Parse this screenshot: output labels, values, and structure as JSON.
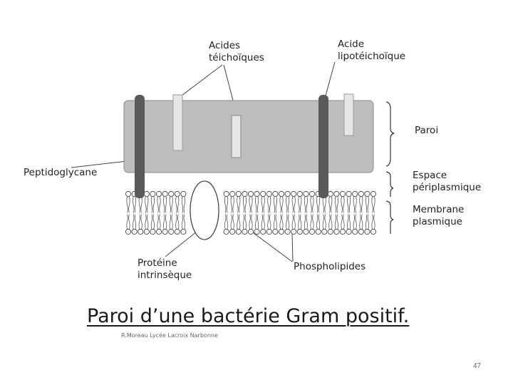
{
  "labels": {
    "teichoic": "Acides\ntéichoïques",
    "lipoteichoic": "Acide\nlipotéichoïque",
    "peptidoglycan": "Peptidoglycane",
    "wall": "Paroi",
    "periplasm": "Espace\npériplasmique",
    "membrane": "Membrane\nplasmique",
    "protein": "Protéine\nintrinsèque",
    "phospholipids": "Phospholipides"
  },
  "title": "Paroi d’une bactérie Gram positif.",
  "credit": "R.Moreau Lycée Lacroix Narbonne",
  "page_number": "47",
  "colors": {
    "wall_fill": "#bdbdbd",
    "rod_fill": "#5a5a5a",
    "teichoic_fill": "#e6e6e6",
    "lipid_stroke": "#555555"
  }
}
